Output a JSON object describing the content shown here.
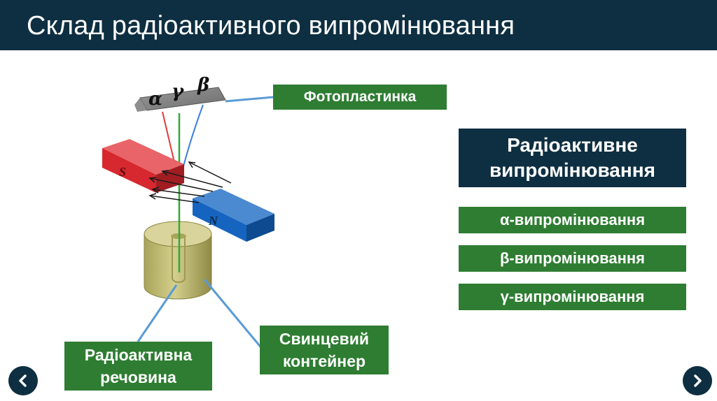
{
  "slide": {
    "title": "Склад радіоактивного випромінювання"
  },
  "diagram": {
    "symbols": {
      "alpha": "α",
      "gamma": "γ",
      "beta": "β"
    },
    "magnet_labels": {
      "south": "S",
      "north": "N"
    },
    "labels": {
      "photoplate": "Фотопластинка",
      "substance_line1": "Радіоактивна",
      "substance_line2": "речовина",
      "container_line1": "Свинцевий",
      "container_line2": "контейнер"
    }
  },
  "sidebar": {
    "heading_line1": "Радіоактивне",
    "heading_line2": "випромінювання",
    "items": [
      {
        "label": "α-випромінювання"
      },
      {
        "label": "β-випромінювання"
      },
      {
        "label": "γ-випромінювання"
      }
    ]
  },
  "navigation": {
    "prev_icon": "chevron-left-icon",
    "next_icon": "chevron-right-icon"
  },
  "colors": {
    "title_bar": "#0e2f41",
    "label_green": "#2e7d32",
    "magnet_red": "#d6282e",
    "magnet_blue": "#1565c0",
    "container_olive": "#c8c27a",
    "pointer_blue": "#5a9bd5"
  }
}
